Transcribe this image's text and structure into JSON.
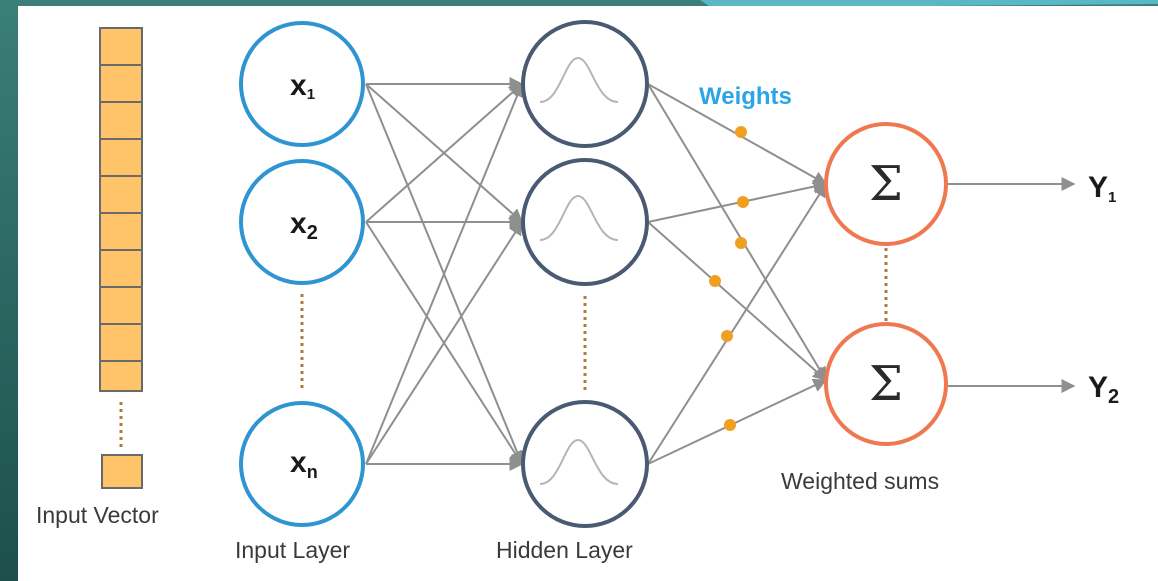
{
  "diagram": {
    "input_vector_label": "Input Vector",
    "input_layer_label": "Input Layer",
    "hidden_layer_label": "Hidden Layer",
    "weights_label": "Weights",
    "weighted_sums_label": "Weighted sums",
    "input_nodes": [
      {
        "var": "x",
        "sub": "1"
      },
      {
        "var": "x",
        "sub": "2"
      },
      {
        "var": "x",
        "sub": "n"
      }
    ],
    "sum_symbol": "Σ",
    "outputs": [
      {
        "var": "Y",
        "sub": "1"
      },
      {
        "var": "Y",
        "sub": "2"
      }
    ]
  },
  "colors": {
    "input_node": "#2f95d2",
    "hidden_node": "#4a5a72",
    "sum_node": "#f07850",
    "weight_dot": "#f0a020",
    "weights_text": "#2aa5e8",
    "vector_cell": "#ffc46a",
    "vector_border": "#6a6a6a",
    "connection": "#8f8f8f",
    "dotted_ellipsis": "#b07a3a",
    "frame_teal": "#2c6a66",
    "frame_accent": "#5ab8c4"
  }
}
